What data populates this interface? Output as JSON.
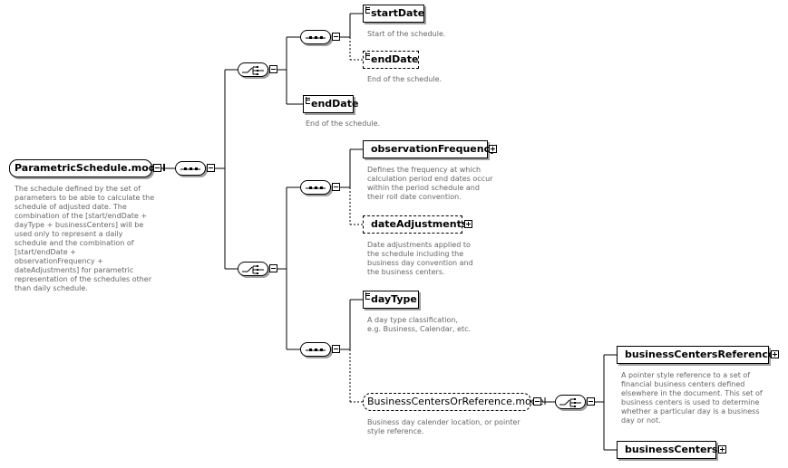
{
  "root": {
    "label": "ParametricSchedule.model",
    "description": "The schedule defined by the set of\nparameters to be able to calculate the\nschedule of adjusted date. The\ncombination of the [start/endDate +\ndayType + businessCenters] will be\nused only to represent a daily\nschedule and the combination of\n[start/endDate +\nobservationFrequency +\ndateAdjustments] for parametric\nrepresentation of the schedules other\nthan daily schedule."
  },
  "elements": {
    "startDate": {
      "label": "startDate",
      "description": "Start of the schedule."
    },
    "endDate_optional": {
      "label": "endDate",
      "description": "End of the schedule."
    },
    "endDate": {
      "label": "endDate",
      "description": "End of the schedule."
    },
    "observationFrequency": {
      "label": "observationFrequency",
      "description": "Defines the frequency at which\ncalculation period end dates occur\nwithin the period schedule and\ntheir roll date convention."
    },
    "dateAdjustments": {
      "label": "dateAdjustments",
      "description": "Date adjustments applied to\nthe schedule including the\nbusiness day convention and\nthe business centers."
    },
    "dayType": {
      "label": "dayType",
      "description": "A day type classification,\ne.g. Business, Calendar, etc."
    },
    "businessCentersOrReference": {
      "label": "BusinessCentersOrReference.model",
      "description": "Business day calender location, or pointer\nstyle reference."
    },
    "businessCentersReference": {
      "label": "businessCentersReference",
      "description": "A pointer style reference to a set of\nfinancial business centers defined\nelsewhere in the document. This set of\nbusiness centers is used to determine\nwhether a particular day is a business\nday or not."
    },
    "businessCenters": {
      "label": "businessCenters"
    }
  },
  "compositors": {
    "sequence": "sequence-icon",
    "choice": "choice-icon"
  }
}
